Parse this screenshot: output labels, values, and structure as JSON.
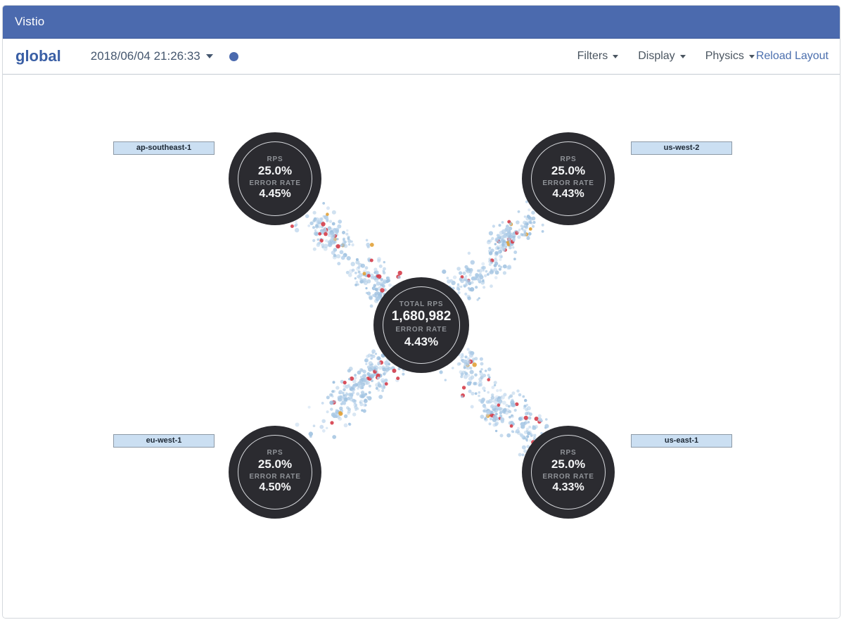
{
  "navbar": {
    "title": "Vistio"
  },
  "header": {
    "breadcrumb": "global",
    "timestamp": "2018/06/04 21:26:33",
    "menus": [
      {
        "label": "Filters"
      },
      {
        "label": "Display"
      },
      {
        "label": "Physics"
      }
    ],
    "reload_label": "Reload Layout"
  },
  "graph": {
    "center_node": {
      "total_rps_label": "TOTAL RPS",
      "total_rps_value": "1,680,982",
      "error_rate_label": "ERROR RATE",
      "error_rate_value": "4.43%"
    },
    "region_labels": {
      "rps": "RPS",
      "error_rate": "ERROR RATE"
    },
    "regions": [
      {
        "name": "ap-southeast-1",
        "rps": "25.0%",
        "error_rate": "4.45%",
        "position": "top-left"
      },
      {
        "name": "us-west-2",
        "rps": "25.0%",
        "error_rate": "4.43%",
        "position": "top-right"
      },
      {
        "name": "eu-west-1",
        "rps": "25.0%",
        "error_rate": "4.50%",
        "position": "bottom-left"
      },
      {
        "name": "us-east-1",
        "rps": "25.0%",
        "error_rate": "4.33%",
        "position": "bottom-right"
      }
    ],
    "particle_colors": {
      "normal": "#aac9e5",
      "normal_alt1": "#9dc0df",
      "normal_alt2": "#bbd4ec",
      "danger": "#d6404d",
      "warning": "#e2a33c"
    }
  },
  "colors": {
    "navbar_blue": "#4b6aae",
    "accent_blue": "#3a5fa5",
    "node_bg": "#2b2b30"
  }
}
